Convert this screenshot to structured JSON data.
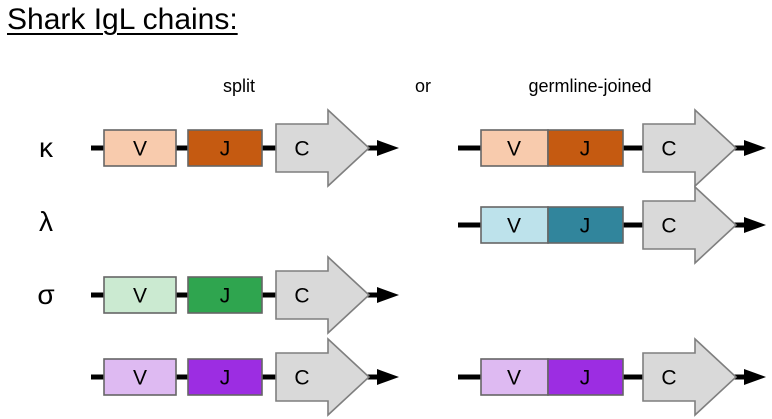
{
  "title": "Shark IgL chains:",
  "headers": {
    "split": "split",
    "or": "or",
    "germline_joined": "germline-joined"
  },
  "rows": [
    {
      "label": "κ",
      "v": "V",
      "j": "J",
      "c": "C",
      "v_color": "#F8CBAD",
      "j_color": "#C55A11",
      "has_split": true,
      "has_germline_joined": true
    },
    {
      "label": "λ",
      "v": "V",
      "j": "J",
      "c": "C",
      "v_color": "#BDE2EB",
      "j_color": "#31859C",
      "has_split": false,
      "has_germline_joined": true
    },
    {
      "label": "σ",
      "v": "V",
      "j": "J",
      "c": "C",
      "v_color": "#CBEAD1",
      "j_color": "#2FA54F",
      "has_split": true,
      "has_germline_joined": false
    },
    {
      "label": "",
      "v": "V",
      "j": "J",
      "c": "C",
      "v_color": "#DEBAF2",
      "j_color": "#9C2DE2",
      "has_split": true,
      "has_germline_joined": true
    }
  ],
  "colors": {
    "c_fill": "#D9D9D9",
    "c_stroke": "#7F7F7F",
    "line": "#000000",
    "background": "#FFFFFF"
  }
}
